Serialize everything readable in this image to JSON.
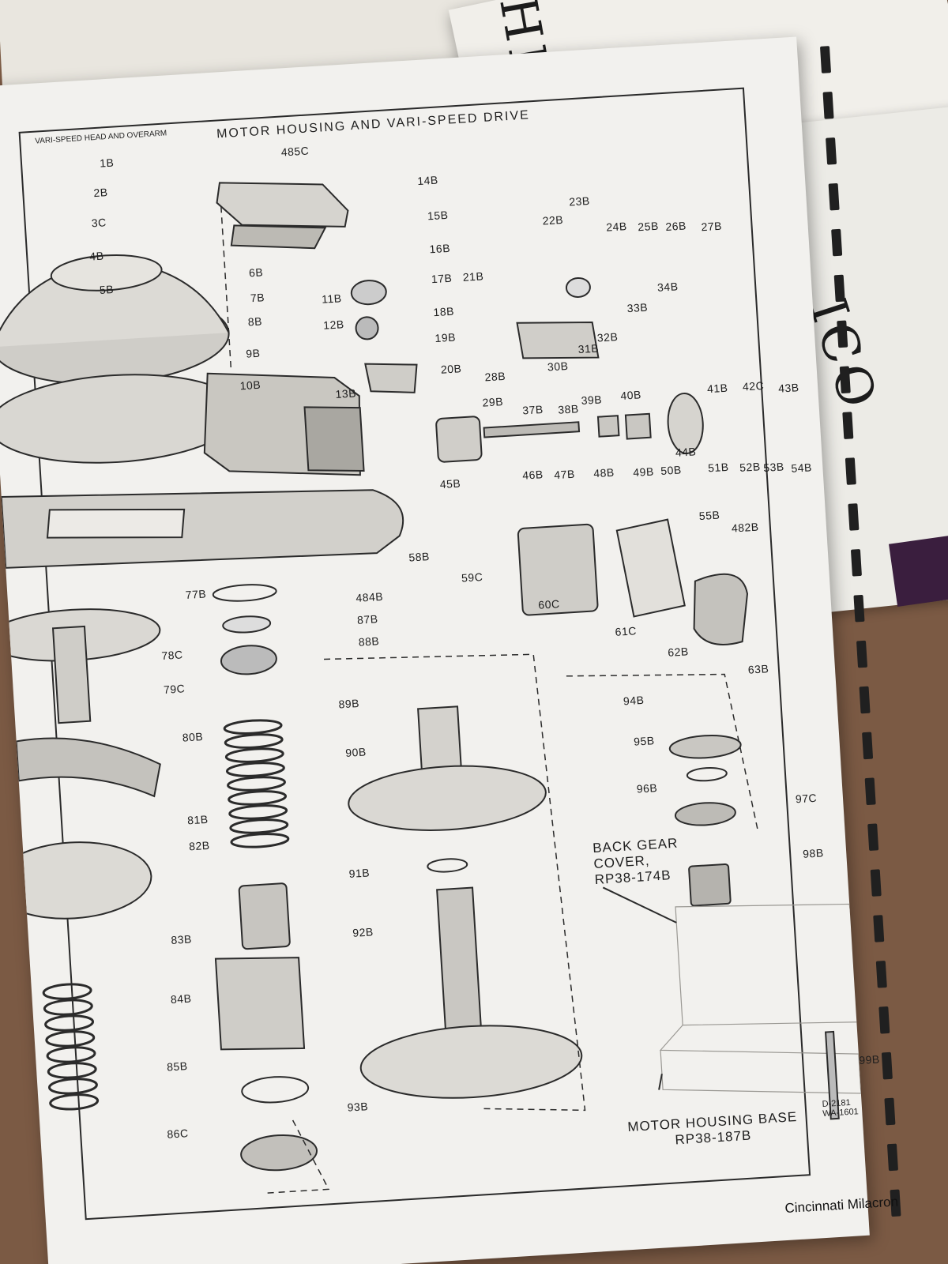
{
  "background": {
    "large_letters": [
      "HER",
      "ICO"
    ]
  },
  "page": {
    "section_tag": "VARI-SPEED HEAD AND OVERARM",
    "title": "MOTOR HOUSING AND VARI-SPEED DRIVE",
    "part_labels": [
      "1B",
      "2B",
      "3C",
      "4B",
      "5B",
      "6B",
      "7B",
      "8B",
      "9B",
      "10B",
      "11B",
      "12B",
      "13B",
      "14B",
      "15B",
      "16B",
      "17B",
      "18B",
      "19B",
      "20B",
      "21B",
      "22B",
      "23B",
      "24B",
      "25B",
      "26B",
      "27B",
      "28B",
      "29B",
      "30B",
      "31B",
      "32B",
      "33B",
      "34B",
      "37B",
      "38B",
      "39B",
      "40B",
      "41B",
      "42C",
      "43B",
      "44B",
      "45B",
      "46B",
      "47B",
      "48B",
      "49B",
      "50B",
      "51B",
      "52B",
      "53B",
      "54B",
      "55B",
      "58B",
      "59C",
      "60C",
      "61C",
      "62B",
      "63B",
      "77B",
      "78C",
      "79C",
      "80B",
      "81B",
      "82B",
      "83B",
      "84B",
      "85B",
      "86C",
      "87B",
      "88B",
      "89B",
      "90B",
      "91B",
      "92B",
      "93B",
      "94B",
      "95B",
      "96B",
      "97C",
      "98B",
      "99B",
      "482B",
      "484B",
      "485C"
    ],
    "back_gear_note": [
      "BACK GEAR",
      "COVER,",
      "RP38-174B"
    ],
    "base_note": [
      "MOTOR HOUSING BASE",
      "RP38-187B"
    ],
    "drawing_codes": [
      "D-2181",
      "WA-1601"
    ],
    "brand": "Cincinnati Milacron"
  }
}
